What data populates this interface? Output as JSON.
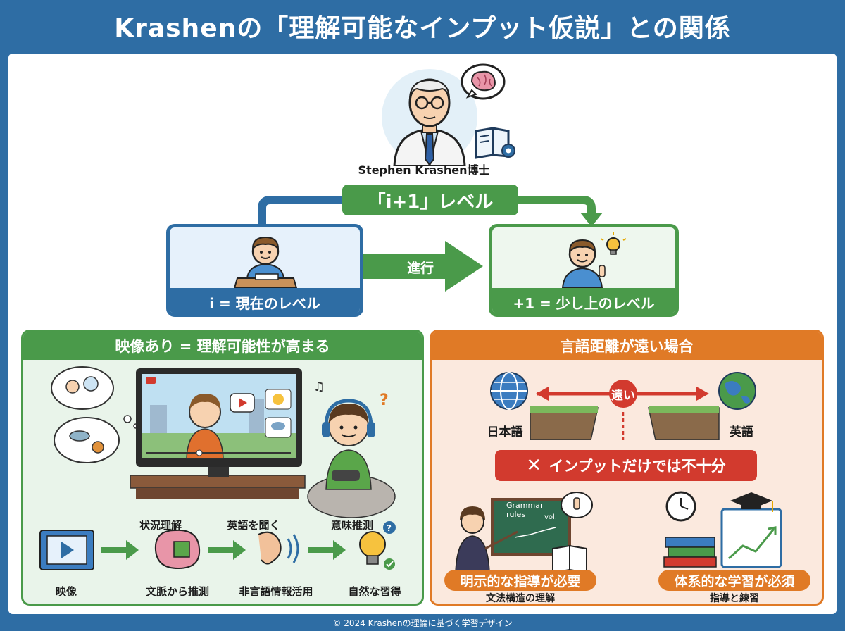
{
  "title": "Krashenの「理解可能なインプット仮説」との関係",
  "professor": {
    "name": "Stephen Krashen博士"
  },
  "level": {
    "heading": "「i+1」レベル",
    "current_label": "i = 現在のレベル",
    "next_label": "+1 = 少し上のレベル",
    "arrow_label": "進行"
  },
  "video_panel": {
    "heading": "映像あり = 理解可能性が高まる",
    "steps": [
      {
        "top": "",
        "bottom": "映像"
      },
      {
        "top": "状況理解",
        "bottom": "文脈から推測"
      },
      {
        "top": "英語を聞く",
        "bottom": "非言語情報活用"
      },
      {
        "top": "意味推測",
        "bottom": "自然な習得"
      }
    ]
  },
  "distance_panel": {
    "heading": "言語距離が遠い場合",
    "left_lang": "日本語",
    "right_lang": "英語",
    "distance_word": "遠い",
    "warning": "インプットだけでは不十分",
    "board_text": "Grammar rules",
    "board_sub": "vol.",
    "left_tag": "明示的な指導が必要",
    "left_caption": "文法構造の理解",
    "right_tag": "体系的な学習が必須",
    "right_caption": "指導と練習"
  },
  "colors": {
    "blue": "#2e6da4",
    "green": "#4a9a4a",
    "orange": "#e07a26",
    "red": "#d23a2e"
  },
  "footer": "© 2024 Krashenの理論に基づく学習デザイン"
}
